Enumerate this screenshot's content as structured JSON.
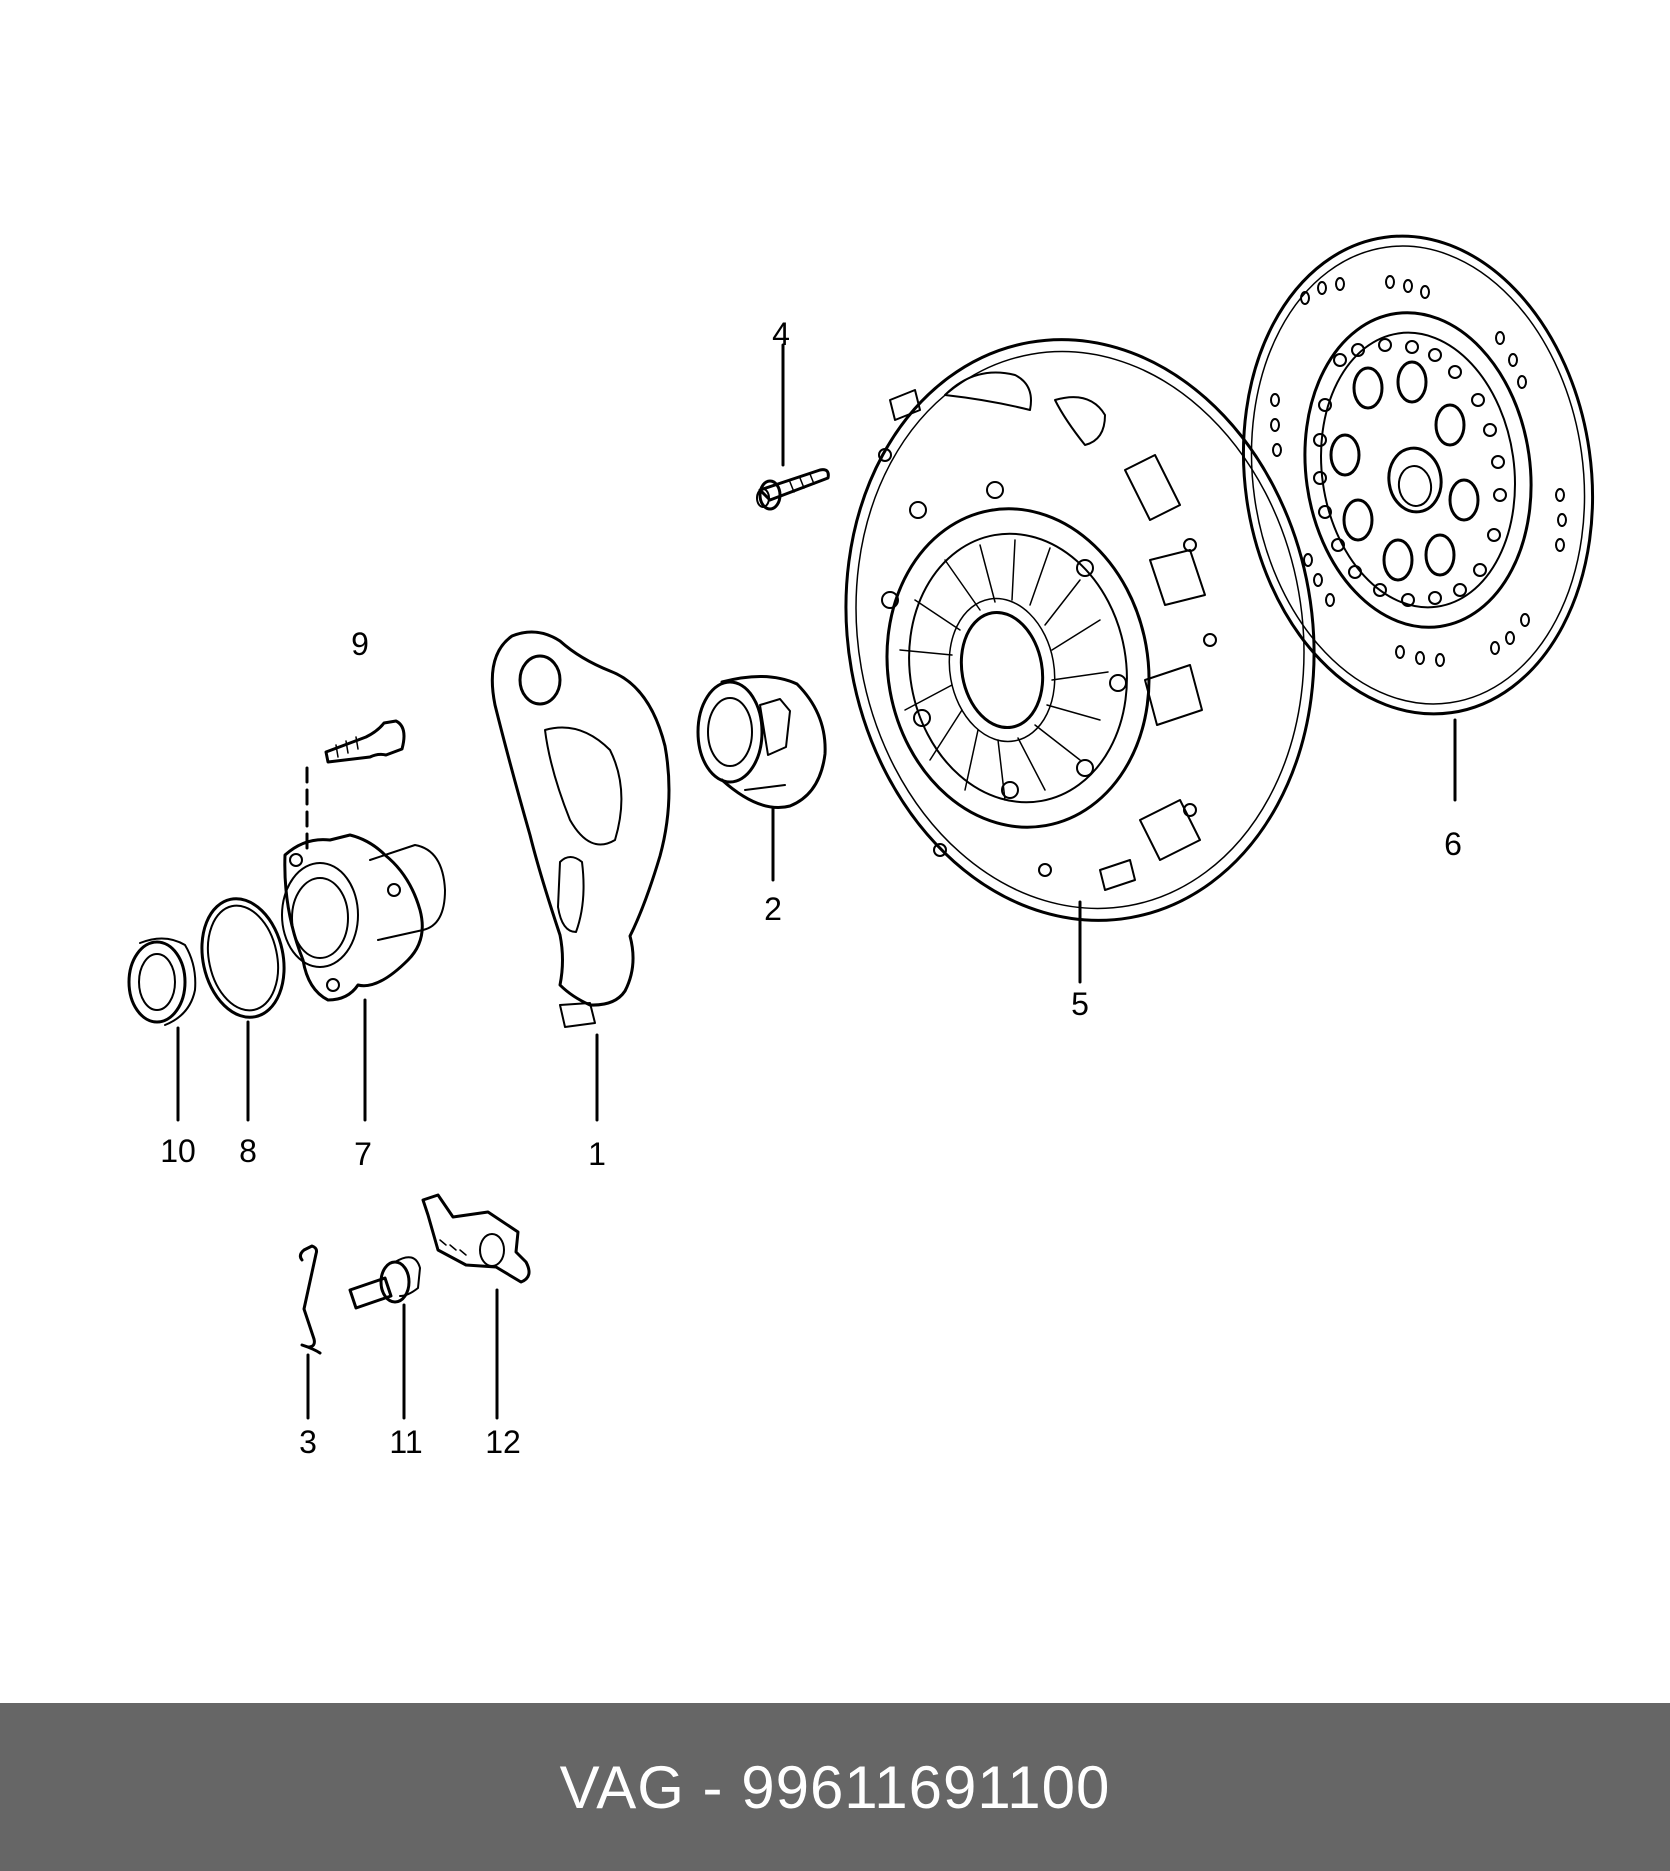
{
  "diagram": {
    "callouts": [
      "1",
      "2",
      "3",
      "4",
      "5",
      "6",
      "7",
      "8",
      "9",
      "10",
      "11",
      "12"
    ]
  },
  "footer": {
    "caption": "VAG - 99611691100",
    "background": "#666666",
    "text_color": "#ffffff"
  }
}
